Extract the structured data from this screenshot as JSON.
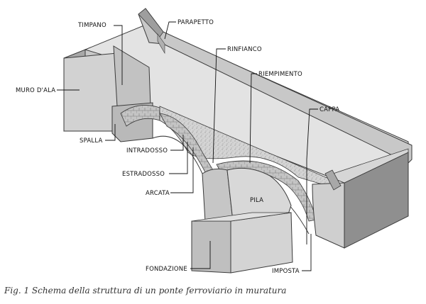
{
  "labels": {
    "timpano": "TIMPANO",
    "parapetto": "PARAPETTO",
    "rinfianco": "RINFIANCO",
    "riempimento": "RIEMPIMENTO",
    "muro_dala": "MURO D'ALA",
    "cappa": "CAPPA",
    "spalla": "SPALLA",
    "intradosso": "INTRADOSSO",
    "estradosso": "ESTRADOSSO",
    "arcata": "ARCATA",
    "pila": "PILA",
    "fondazione": "FONDAZIONE",
    "imposta": "IMPOSTA"
  },
  "caption": "Fig. 1 Schema della struttura di un ponte ferroviario in muratura",
  "colors": {
    "deck": "#e2e2e2",
    "wall_light": "#cfcfcf",
    "wall_mid": "#bdbdbd",
    "wall_dark": "#9c9c9c",
    "fill_speckle": "#b0b0b0",
    "outline": "#3a3a3a"
  }
}
